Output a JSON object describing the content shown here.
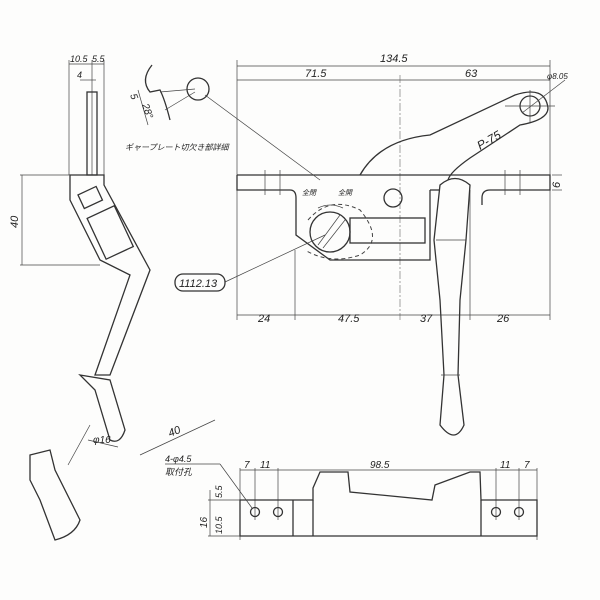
{
  "drawing": {
    "top_view": {
      "overall_width": "134.5",
      "dim_left": "71.5",
      "dim_right": "63",
      "hole_dia": "φ8.05",
      "lever_pitch": "P-75",
      "plate_thickness": "6",
      "bottom_dims": [
        "24",
        "47.5",
        "37",
        "26"
      ],
      "label_closed": "全閉",
      "label_open": "全開",
      "part_callout": "1112.13"
    },
    "side_view": {
      "dim_top_a": "10.5",
      "dim_top_b": "5.5",
      "dim_inner": "4",
      "height": "40",
      "handle_dia": "φ16",
      "handle_length": "40"
    },
    "detail": {
      "dim_a": "5",
      "angle": "28°",
      "caption": "ギャープレート切欠き部詳細"
    },
    "bottom_view": {
      "hole_spec": "4-φ4.5",
      "hole_caption": "取付孔",
      "dims_top": [
        "7",
        "11",
        "98.5",
        "11",
        "7"
      ],
      "dims_side": [
        "5.5",
        "16",
        "10.5"
      ]
    }
  }
}
